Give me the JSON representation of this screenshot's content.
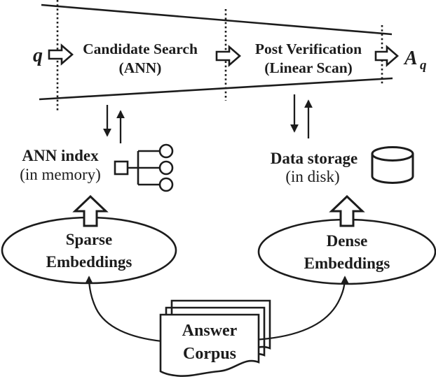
{
  "pipeline": {
    "query_label": "q",
    "result_label_base": "A",
    "result_label_sub": "q",
    "stage1": {
      "line1": "Candidate Search",
      "line2": "(ANN)"
    },
    "stage2": {
      "line1": "Post Verification",
      "line2": "(Linear Scan)"
    }
  },
  "ann_index": {
    "title": "ANN index",
    "subtitle": "(in memory)"
  },
  "data_storage": {
    "title": "Data storage",
    "subtitle": "(in disk)"
  },
  "sparse_embeddings": {
    "line1": "Sparse",
    "line2": "Embeddings"
  },
  "dense_embeddings": {
    "line1": "Dense",
    "line2": "Embeddings"
  },
  "answer_corpus": {
    "line1": "Answer",
    "line2": "Corpus"
  },
  "colors": {
    "line": "#1c1c1c",
    "node_gray": "#8c8c8c",
    "cylinder_top_gray": "#a8a8a8",
    "page_gray": "#b2b2b2",
    "background": "#ffffff"
  }
}
